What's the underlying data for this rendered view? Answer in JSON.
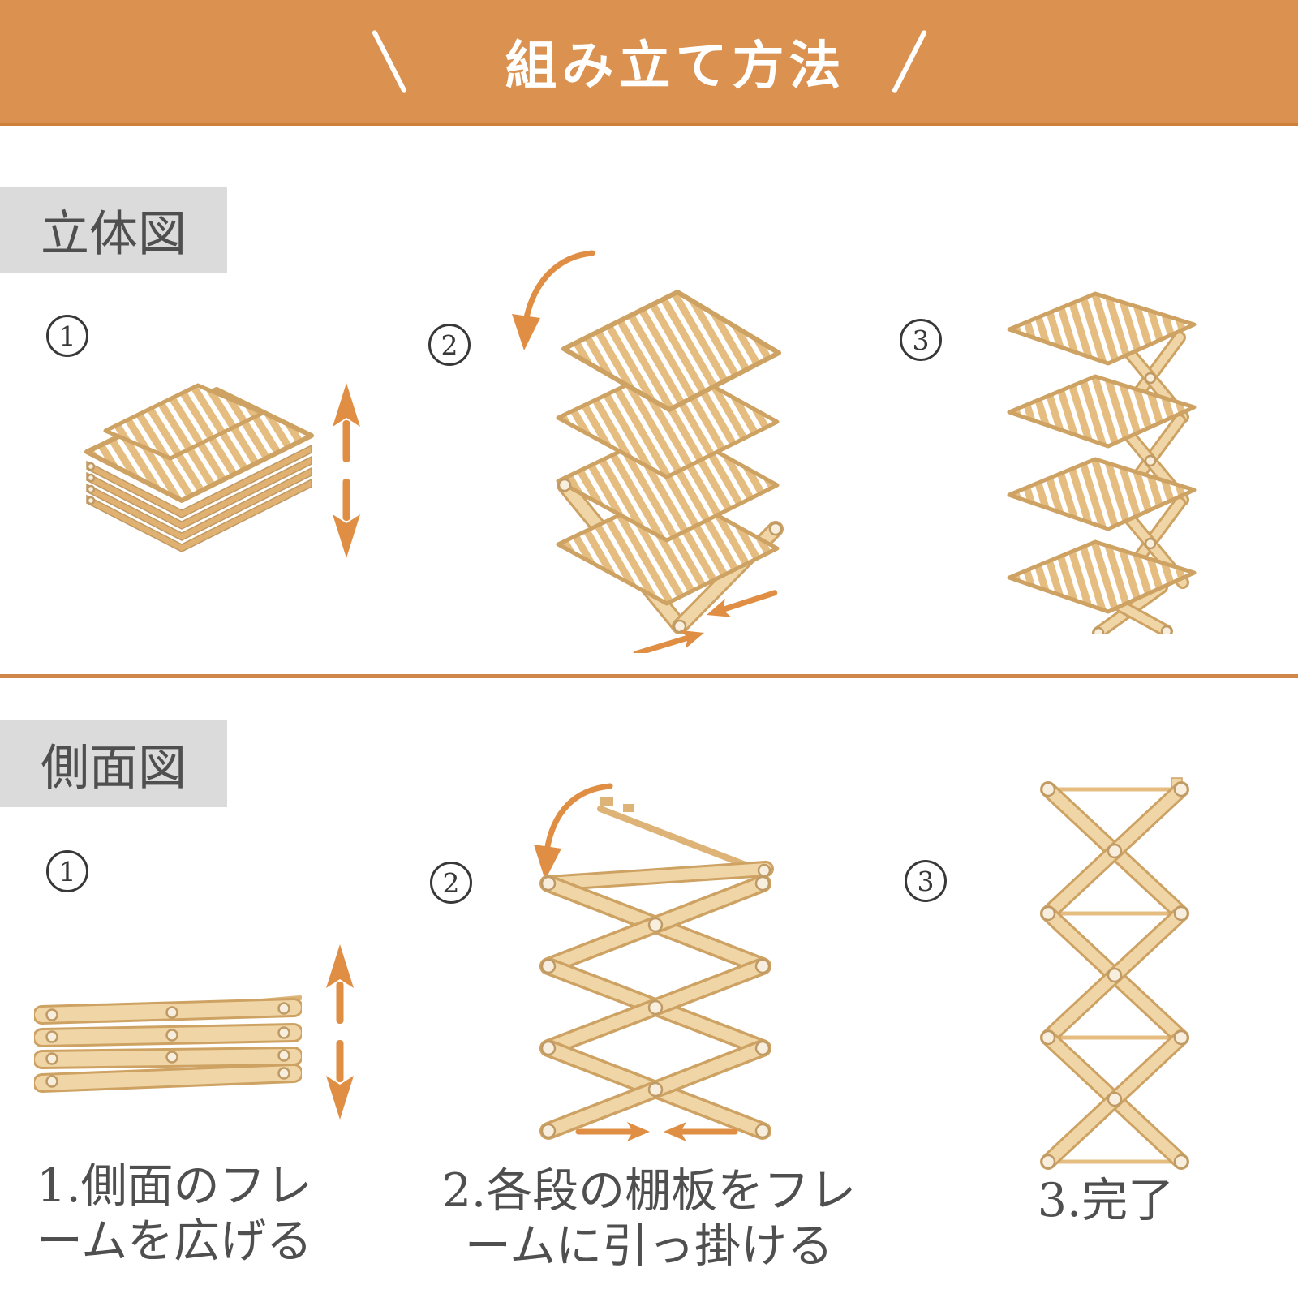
{
  "colors": {
    "orange": "#DB9150",
    "orange-dark": "#CE8038",
    "divider": "#D0874A",
    "arrow": "#DF8E44",
    "label-bg": "#DBDBDB",
    "text-dark": "#4F4F4F",
    "circle-dark": "#383838",
    "wood": "#E8C58C",
    "wood-dark": "#CDA263",
    "wood-mid": "#F0D6A6",
    "wood-light": "#F3E2BE",
    "wood-slat": "#E5BD80",
    "wood-strip": "#E0B171",
    "board": "#DEB377",
    "rivet-fill": "#F7EEDD",
    "rivet-stroke": "#C09A65"
  },
  "header": {
    "title": "組み立て方法"
  },
  "sections": {
    "perspective": {
      "label": "立体図",
      "steps": [
        {
          "number": "1"
        },
        {
          "number": "2"
        },
        {
          "number": "3"
        }
      ]
    },
    "side": {
      "label": "側面図",
      "steps": [
        {
          "number": "1",
          "caption_lines": [
            "1.側面のフレ",
            "ームを広げる"
          ]
        },
        {
          "number": "2",
          "caption_lines": [
            "2.各段の棚板をフレ",
            "ームに引っ掛ける"
          ]
        },
        {
          "number": "3",
          "caption_lines": [
            "3.完了"
          ]
        }
      ]
    }
  }
}
